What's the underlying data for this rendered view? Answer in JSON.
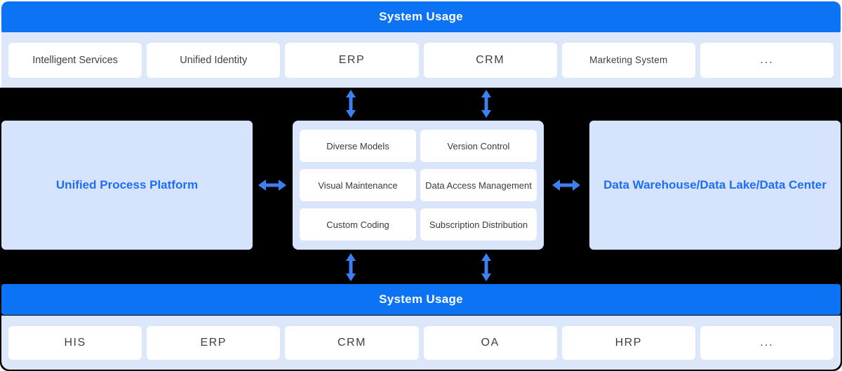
{
  "top_section": {
    "header": "System Usage",
    "systems": [
      "Intelligent Services",
      "Unified Identity",
      "ERP",
      "CRM",
      "Marketing System",
      "..."
    ]
  },
  "middle_section": {
    "left_platform": "Unified Process Platform",
    "right_platform": "Data Warehouse/Data Lake/Data Center",
    "capabilities": [
      "Diverse Models",
      "Version Control",
      "Visual Maintenance",
      "Data Access Management",
      "Custom Coding",
      "Subscription Distribution"
    ]
  },
  "bottom_section": {
    "header": "System Usage",
    "systems": [
      "HIS",
      "ERP",
      "CRM",
      "OA",
      "HRP",
      "..."
    ]
  },
  "icons": {
    "vertical_arrows": "double-arrow-vertical-icon",
    "horizontal_arrows": "double-arrow-horizontal-icon"
  },
  "colors": {
    "accent_blue": "#0d73f5",
    "light_band_blue": "#dce7fa",
    "box_blue": "#d5e3fc",
    "arrow_blue": "#3d80f2",
    "title_blue": "#1e6ef5",
    "backdrop_black": "#000000",
    "card_white": "#ffffff"
  }
}
